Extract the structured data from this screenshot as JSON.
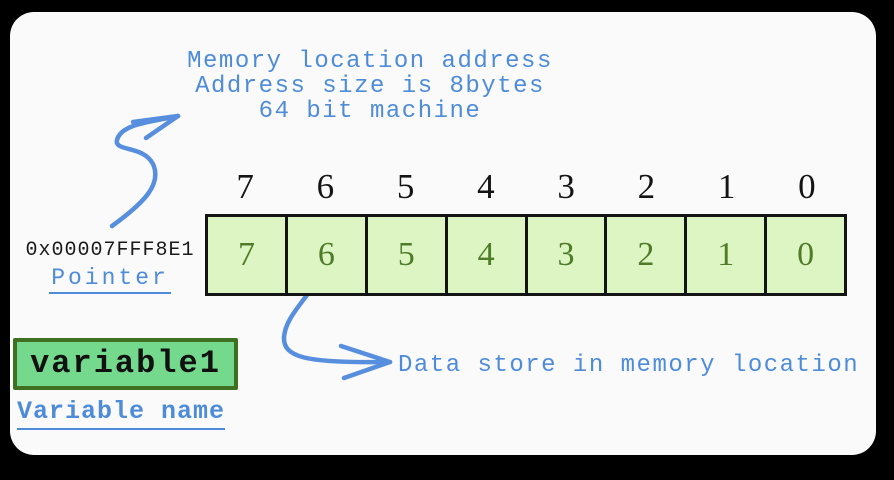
{
  "colors": {
    "page_background": "#000000",
    "card_background": "#fafafa",
    "accent_blue": "#4e8cd9",
    "arrow_blue": "#578ede",
    "cell_fill": "#ddf5c3",
    "cell_digit_green": "#4e7c28",
    "cell_border_black": "#141414",
    "variable_box_fill": "#74d98c",
    "variable_box_border": "#3f7021"
  },
  "annotations": {
    "memory_note_line1": "Memory location address",
    "memory_note_line2": "Address size is 8bytes",
    "memory_note_line3": "64 bit machine",
    "data_note": "Data store in memory location"
  },
  "pointer": {
    "address": "0x00007FFF8E1",
    "label": "Pointer"
  },
  "variable": {
    "name": "variable1",
    "label": "Variable name"
  },
  "memory": {
    "indices": [
      "7",
      "6",
      "5",
      "4",
      "3",
      "2",
      "1",
      "0"
    ],
    "values": [
      "7",
      "6",
      "5",
      "4",
      "3",
      "2",
      "1",
      "0"
    ]
  },
  "icons": {
    "note_arrow": "hand-drawn-s-curve-arrow",
    "data_arrow": "hand-drawn-curved-arrow"
  }
}
